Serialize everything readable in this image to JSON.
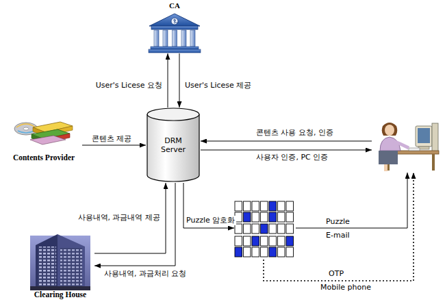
{
  "diagram": {
    "nodes": [
      {
        "text": [
          "CA"
        ]
      },
      {
        "text": [
          "Contents Provider"
        ]
      },
      {
        "text": [
          "DRM Server"
        ]
      },
      {
        "text": []
      },
      {
        "text": []
      },
      {
        "text": [
          "Clearing House"
        ]
      }
    ],
    "edges": [
      {
        "from": 2,
        "to": 0,
        "label": "User's Licese 요청",
        "arrow": "to"
      },
      {
        "from": 0,
        "to": 2,
        "label": "User's Licese 제공",
        "arrow": "to"
      },
      {
        "from": 1,
        "to": 2,
        "label": "콘텐츠 제공",
        "arrow": "to"
      },
      {
        "from": 3,
        "to": 2,
        "label": "콘텐츠 사용 요청, 인증",
        "arrow": "to"
      },
      {
        "from": 2,
        "to": 3,
        "label": "사용자 인증, PC 인증",
        "arrow": "to"
      },
      {
        "from": 5,
        "to": 2,
        "label": "사용내역, 과금내역 제공",
        "arrow": "to"
      },
      {
        "from": 2,
        "to": 5,
        "label": "사용내역, 과금처리 요청",
        "arrow": "to"
      },
      {
        "from": 2,
        "to": 4,
        "label": "Puzzle 암호화",
        "arrow": "to"
      },
      {
        "from": 4,
        "to": 3,
        "label": "Puzzle",
        "arrow": "to"
      },
      {
        "from": 4,
        "to": 3,
        "label": "OTP",
        "arrow": "to"
      }
    ],
    "labels": [
      "E-mail",
      "Mobile phone"
    ]
  }
}
